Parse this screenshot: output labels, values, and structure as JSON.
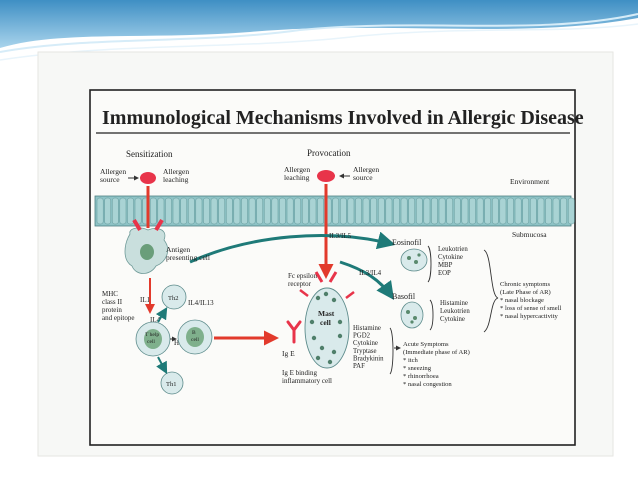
{
  "title": "Immunological Mechanisms Involved in Allergic Disease",
  "phases": {
    "sensitization": "Sensitization",
    "provocation": "Provocation"
  },
  "labels": {
    "allergen_source_left": [
      "Allergen",
      "source"
    ],
    "allergen_leaching_left": [
      "Allergen",
      "leaching"
    ],
    "allergen_leaching_right": [
      "Allergen",
      "leaching"
    ],
    "allergen_source_right": [
      "Allergen",
      "source"
    ],
    "environment": "Environment",
    "submucosa": "Submucosa",
    "apc": [
      "Antigen",
      "presenting cell"
    ],
    "mhc": [
      "MHC",
      "class II",
      "protein",
      "and epitope"
    ],
    "il1": "IL1",
    "il4": "IL4",
    "il4_il13": "IL4/IL13",
    "th2": "Th2",
    "thelper": [
      "T help",
      "cell"
    ],
    "help": "Help",
    "bcell": [
      "B",
      "cell"
    ],
    "th1": "Th1",
    "il3_il5": "IL3/IL5",
    "il3_il4": "IL3/IL4",
    "fc_receptor": [
      "Fc epsilon",
      "receptor"
    ],
    "mast_cell": [
      "Mast",
      "cell"
    ],
    "ige": "Ig E",
    "ige_binding": [
      "Ig E binding",
      "inflammatory cell"
    ],
    "eosinofil": "Eosinofil",
    "basofil": "Basofil"
  },
  "eosinofil_mediators": [
    "Leukotrien",
    "Cytokine",
    "MBP",
    "EOP"
  ],
  "basofil_mediators": [
    "Histamine",
    "Leukotrien",
    "Cytokine"
  ],
  "mast_mediators": [
    "Histamine",
    "PGD2",
    "Cytokine",
    "Tryptase",
    "Bradykinin",
    "PAF"
  ],
  "chronic_symptoms": [
    "Chronic symptoms",
    "(Late Phase of AR)",
    "* nasal blockage",
    "* loss of sense of smell",
    "* nasal hypercactivity"
  ],
  "acute_symptoms": [
    "Acute Symptoms",
    "(Immediate phase of AR)",
    "* itch",
    "* sneezing",
    "* rhinorrhoea",
    "* nasal congestion"
  ],
  "colors": {
    "banner": "#5fa8d3",
    "membrane": "#8ec3c6",
    "cell_fill": "#d9eaeb",
    "arrow_red": "#e23a2c",
    "allergen_red": "#e8344a",
    "curve_teal": "#1e7a78"
  }
}
